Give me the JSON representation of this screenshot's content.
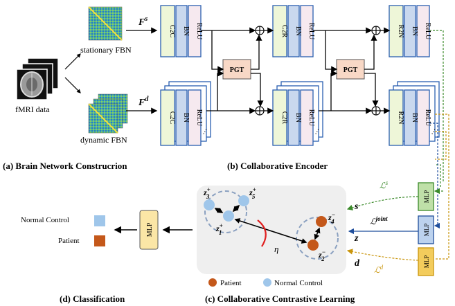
{
  "input": {
    "fmri_label": "fMRI data"
  },
  "fbn": {
    "stationary_label": "stationary FBN",
    "dynamic_label": "dynamic FBN"
  },
  "symbols": {
    "fs_base": "F",
    "fs_sup": "s",
    "fd_base": "F",
    "fd_sup": "d"
  },
  "blocks": {
    "c2c": "C2C",
    "c2r": "C2R",
    "r2n": "R2N",
    "bn": "BN",
    "relu": "ReLU",
    "pgt": "PGT",
    "mlp": "MLP",
    "ellipsis": "⋯"
  },
  "section_titles": {
    "a": "(a) Brain Network Construcrion",
    "b": "(b) Collaborative Encoder",
    "c": "(c) Collaborative Contrastive Learning",
    "d": "(d)  Classification"
  },
  "losses": {
    "base": "ℒ",
    "s_sup": "s",
    "joint_sup": "joint",
    "d_sup": "d"
  },
  "embeddings": {
    "s": "s",
    "z": "z",
    "d": "d"
  },
  "contrastive": {
    "z_base": "z",
    "z3_sup": "+",
    "z3_sub": "3",
    "z5_sup": "+",
    "z5_sub": "5",
    "z1_sup": "+",
    "z1_sub": "1",
    "z4_sup": "−",
    "z4_sub": "4",
    "z2_sup": "−",
    "z2_sub": "2",
    "eta": "η"
  },
  "legend": {
    "patient": "Patient",
    "normal_control": "Normal Control"
  },
  "classification": {
    "normal_control": "Normal Control",
    "patient": "Patient"
  },
  "colors": {
    "block_border": "#2a5fb0",
    "c2c_fill": "#eef6d8",
    "bn_fill": "#c9d8ee",
    "relu_fill": "#f6e9ef",
    "pgt_fill": "#f8d8c6",
    "mlp_s_fill": "#bfe0a8",
    "mlp_z_fill": "#bcd2ee",
    "mlp_d_fill": "#f3cc5c",
    "green_line": "#3b8a2a",
    "blue_line": "#1f4e9c",
    "gold_line": "#c9950c",
    "patient_dot": "#c4581a",
    "normal_dot": "#9fc6ea",
    "eta_arc": "#e02020"
  }
}
